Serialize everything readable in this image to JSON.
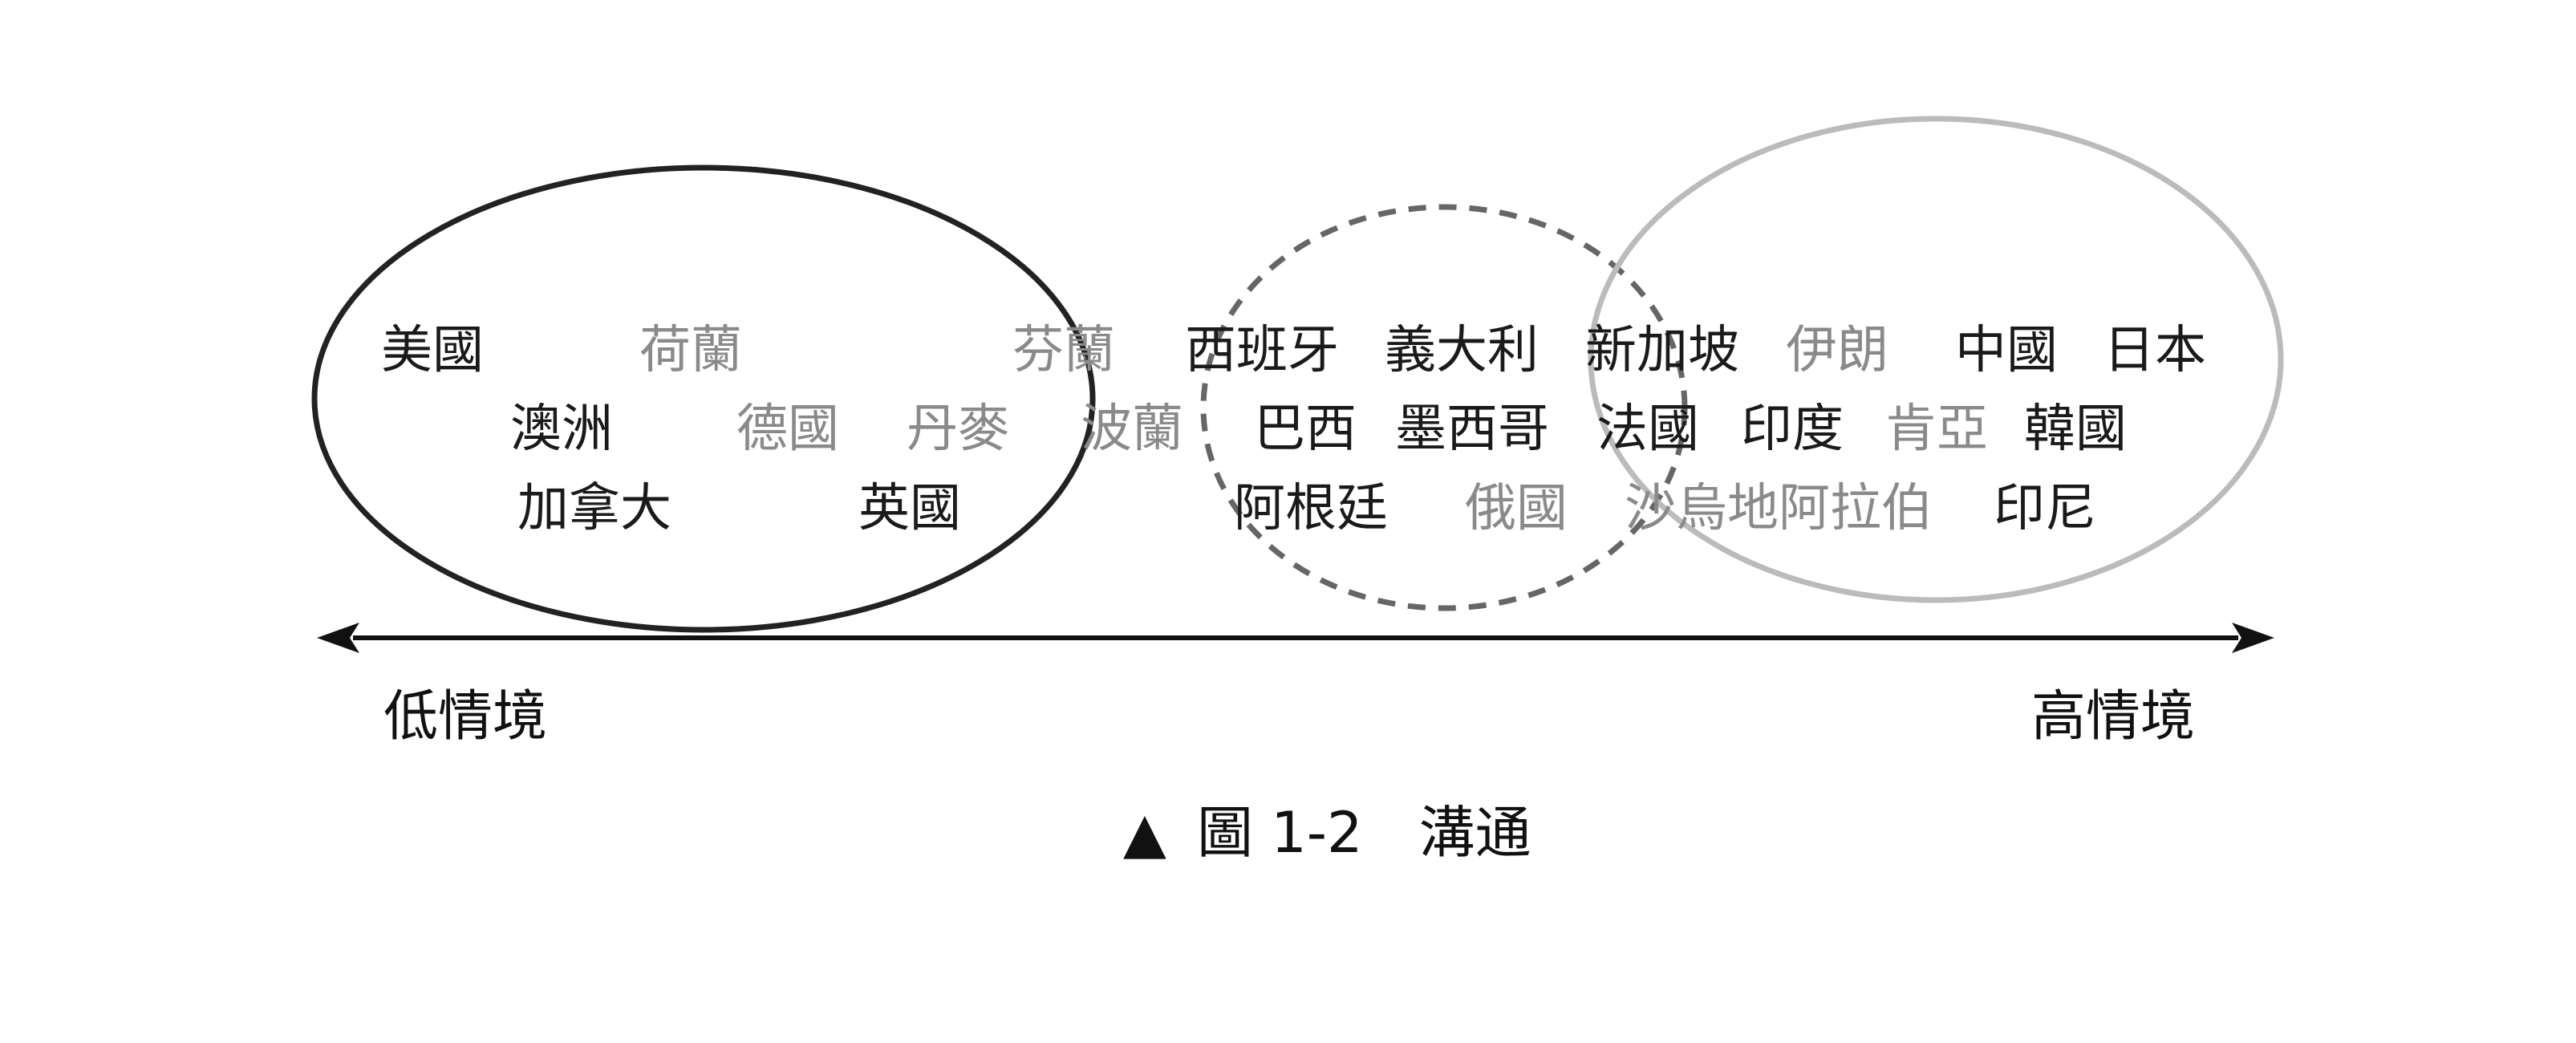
{
  "countries": [
    {
      "label": "美國",
      "color": "#1a1a1a"
    },
    {
      "label": "荷蘭",
      "color": "#8a8a8a"
    },
    {
      "label": "芬蘭",
      "color": "#8a8a8a"
    },
    {
      "label": "西班牙",
      "color": "#1a1a1a"
    },
    {
      "label": "義大利",
      "color": "#1a1a1a"
    },
    {
      "label": "新加坡",
      "color": "#1a1a1a"
    },
    {
      "label": "伊朗",
      "color": "#8a8a8a"
    },
    {
      "label": "中國",
      "color": "#1a1a1a"
    },
    {
      "label": "日本",
      "color": "#1a1a1a"
    },
    {
      "label": "澳洲",
      "color": "#1a1a1a"
    },
    {
      "label": "德國",
      "color": "#8a8a8a"
    },
    {
      "label": "丹麥",
      "color": "#8a8a8a"
    },
    {
      "label": "波蘭",
      "color": "#8a8a8a"
    },
    {
      "label": "巴西",
      "color": "#1a1a1a"
    },
    {
      "label": "墨西哥",
      "color": "#1a1a1a"
    },
    {
      "label": "法國",
      "color": "#1a1a1a"
    },
    {
      "label": "印度",
      "color": "#1a1a1a"
    },
    {
      "label": "肯亞",
      "color": "#8a8a8a"
    },
    {
      "label": "韓國",
      "color": "#1a1a1a"
    },
    {
      "label": "加拿大",
      "color": "#1a1a1a"
    },
    {
      "label": "英國",
      "color": "#1a1a1a"
    },
    {
      "label": "阿根廷",
      "color": "#1a1a1a"
    },
    {
      "label": "俄國",
      "color": "#8a8a8a"
    },
    {
      "label": "沙烏地阿拉伯",
      "color": "#8a8a8a"
    },
    {
      "label": "印尼",
      "color": "#1a1a1a"
    }
  ],
  "axis": {
    "low_label": "低情境",
    "high_label": "高情境"
  },
  "caption": {
    "marker": "▲",
    "text": "圖 1-2　溝通"
  },
  "colors": {
    "dark_text": "#1a1a1a",
    "gray_text": "#8a8a8a",
    "low_ellipse": "#222222",
    "mid_ellipse": "#666666",
    "high_ellipse": "#bbbbbb",
    "axis_line": "#111111"
  }
}
